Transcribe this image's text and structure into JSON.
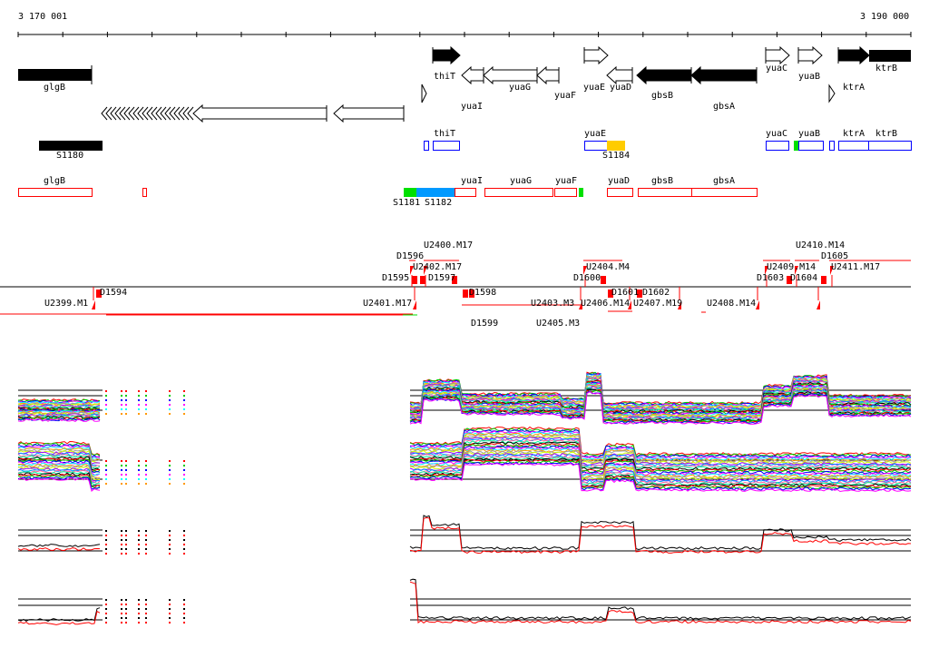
{
  "ruler": {
    "start_label": "3 170 001",
    "end_label": "3 190 000"
  },
  "genes": {
    "glgB": "glgB",
    "thiT": "thiT",
    "yuaI": "yuaI",
    "yuaG": "yuaG",
    "yuaF": "yuaF",
    "yuaE": "yuaE",
    "yuaD": "yuaD",
    "gbsB": "gbsB",
    "gbsA": "gbsA",
    "yuaC": "yuaC",
    "yuaB": "yuaB",
    "ktrA": "ktrA",
    "ktrB": "ktrB"
  },
  "segments": {
    "s1180": "S1180",
    "s1181": "S1181",
    "s1182": "S1182",
    "s1184": "S1184"
  },
  "features": {
    "u2399": "U2399.M1",
    "d1594": "D1594",
    "u2401": "U2401.M17",
    "d1595": "D1595",
    "d1596": "D1596",
    "u2402": "U2402.M17",
    "u2400": "U2400.M17",
    "d1597": "D1597",
    "d1598": "D1598",
    "d1599": "D1599",
    "u2403": "U2403.M3",
    "u2405": "U2405.M3",
    "d1600": "D1600",
    "u2404": "U2404.M4",
    "u2406": "U2406.M14",
    "d1601": "D1601",
    "d1602": "D1602",
    "u2407": "U2407.M19",
    "u2408": "U2408.M14",
    "d1603": "D1603",
    "u2409": "U2409.M14",
    "d1604": "D1604",
    "d1605": "D1605",
    "u2410": "U2410.M14",
    "u2411": "U2411.M17"
  },
  "colors": {
    "red": "#ff0000",
    "blue": "#0000ff",
    "green": "#00e000",
    "sky": "#0099ff",
    "orange": "#ffcc00"
  }
}
